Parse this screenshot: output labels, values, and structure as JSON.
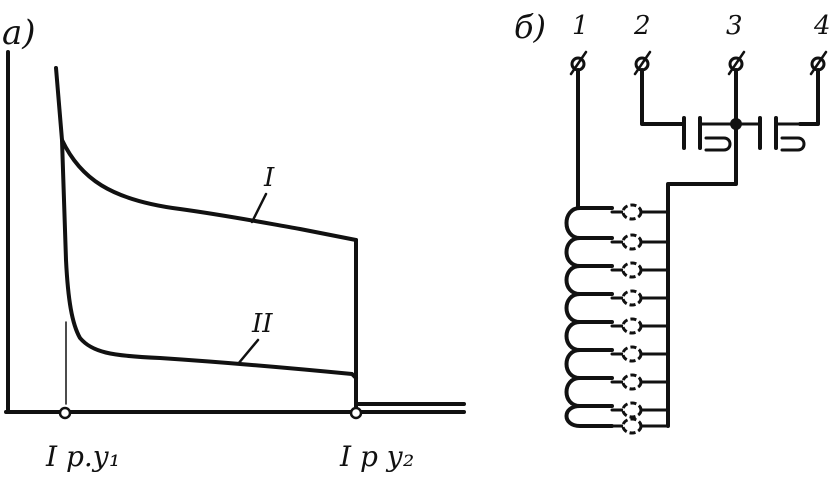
{
  "panel_a": {
    "label": "а)",
    "curve_1_label": "I",
    "curve_2_label": "II",
    "x_tick_1_label": "I р.у₁",
    "x_tick_2_label": "I р у₂"
  },
  "panel_b": {
    "label": "б)",
    "terminals": [
      "1",
      "2",
      "3",
      "4"
    ]
  },
  "colors": {
    "ink": "#111111",
    "background": "#ffffff"
  }
}
